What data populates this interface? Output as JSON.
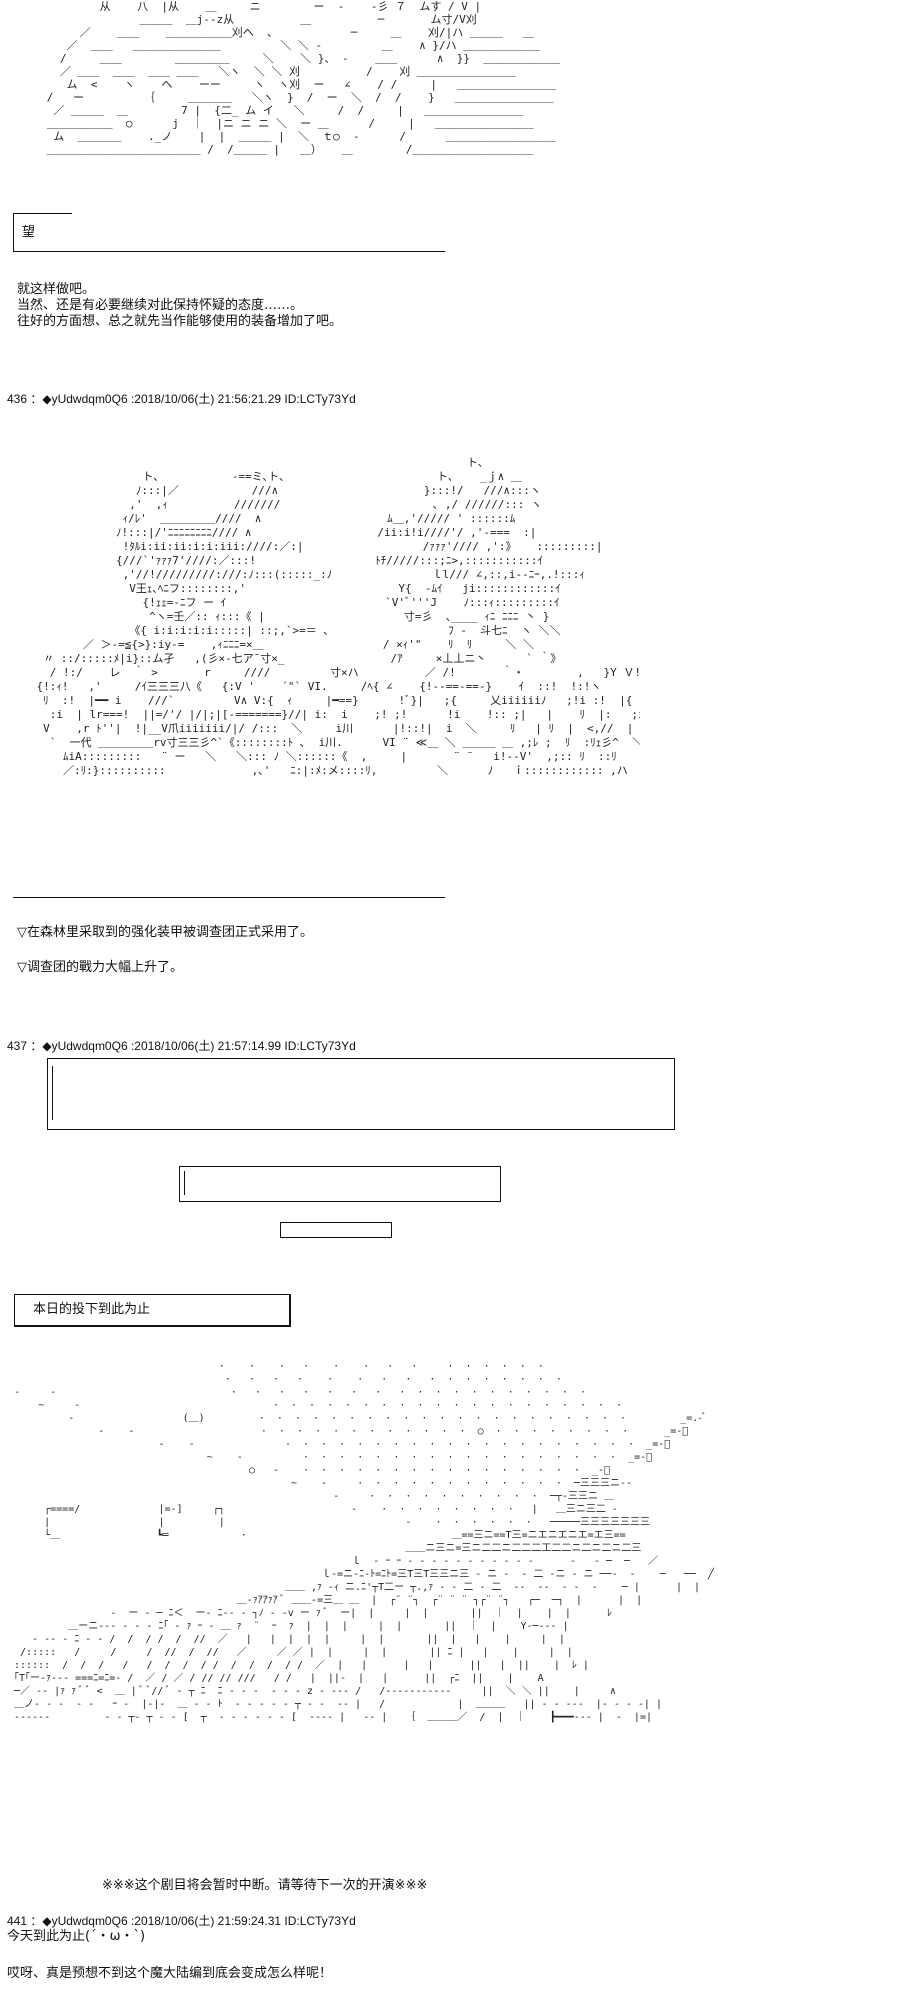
{
  "section_bracket_1": {
    "label": "望"
  },
  "post_435_body": {
    "lines": [
      "就这样做吧。",
      "当然、还是有必要继续对此保持怀疑的态度……。",
      "往好的方面想、总之就先当作能够使用的装备增加了吧。"
    ]
  },
  "post_436": {
    "header": "436 ：◆yUdwdqm0Q6 :2018/10/06(土) 21:56:21.29 ID:LCTy73Yd",
    "notes": [
      "▽在森林里采取到的强化装甲被调查团正式采用了。",
      "▽调查团的戰力大幅上升了。"
    ]
  },
  "post_437": {
    "header": "437 ：◆yUdwdqm0Q6 :2018/10/06(土) 21:57:14.99 ID:LCTy73Yd",
    "end_label": "本日的投下到此为止",
    "caption": "※※※这个剧目将会暂时中断。请等待下一次的开演※※※"
  },
  "post_441": {
    "header": "441 ：◆yUdwdqm0Q6 :2018/10/06(土) 21:59:24.31 ID:LCTy73Yd",
    "lines": [
      "今天到此为止(´・ω・`)",
      "哎呀、真是预想不到这个魔大陆编到底会变成怎么样呢！"
    ]
  }
}
